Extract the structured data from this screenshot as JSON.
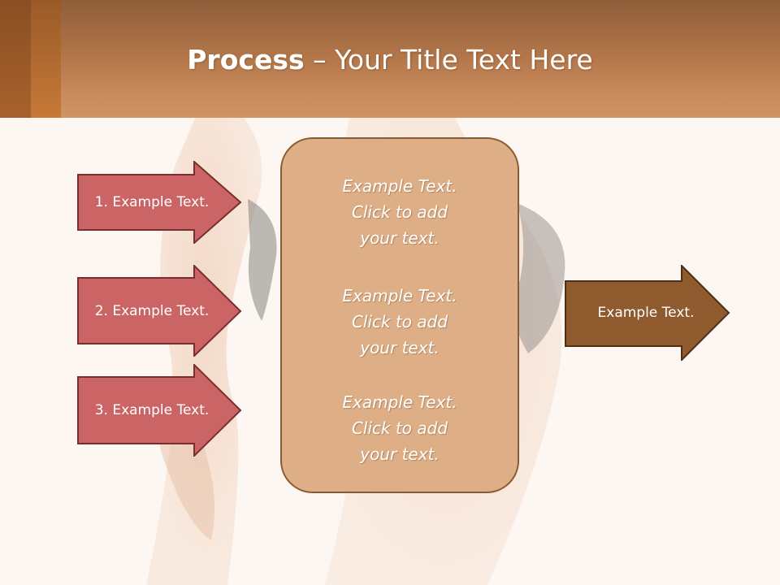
{
  "slide": {
    "title_bold": "Process",
    "title_rest": " – Your Title Text Here"
  },
  "inputs": [
    {
      "label": "1. Example Text."
    },
    {
      "label": "2. Example Text."
    },
    {
      "label": "3. Example Text."
    }
  ],
  "center": {
    "blocks": [
      {
        "text": "Example Text.\nClick  to add\nyour text."
      },
      {
        "text": "Example Text.\nClick  to add\nyour text."
      },
      {
        "text": "Example Text.\nClick  to add\nyour text."
      }
    ]
  },
  "output": {
    "label": "Example Text."
  },
  "colors": {
    "input_arrow_fill": "#cb6464",
    "input_arrow_stroke": "#7a2e2e",
    "output_arrow_fill": "#8f5a2e",
    "output_arrow_stroke": "#4e2f14",
    "center_fill": "#deaf86",
    "header_brown": "#b07448"
  }
}
